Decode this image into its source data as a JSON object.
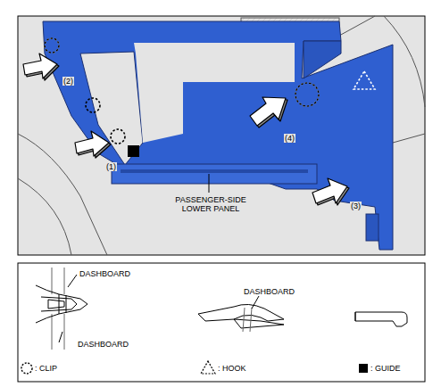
{
  "diagram": {
    "labels": [
      "(2)",
      "(1)",
      "(4)",
      "(3)",
      "PASSENGER-SIDE LOWER PANEL",
      "DASHBOARD",
      "DASHBOARD",
      "DASHBOARD"
    ],
    "legend": [
      {
        "text": ": CLIP"
      },
      {
        "text": ": HOOK"
      },
      {
        "text": ": GUIDE"
      }
    ]
  }
}
